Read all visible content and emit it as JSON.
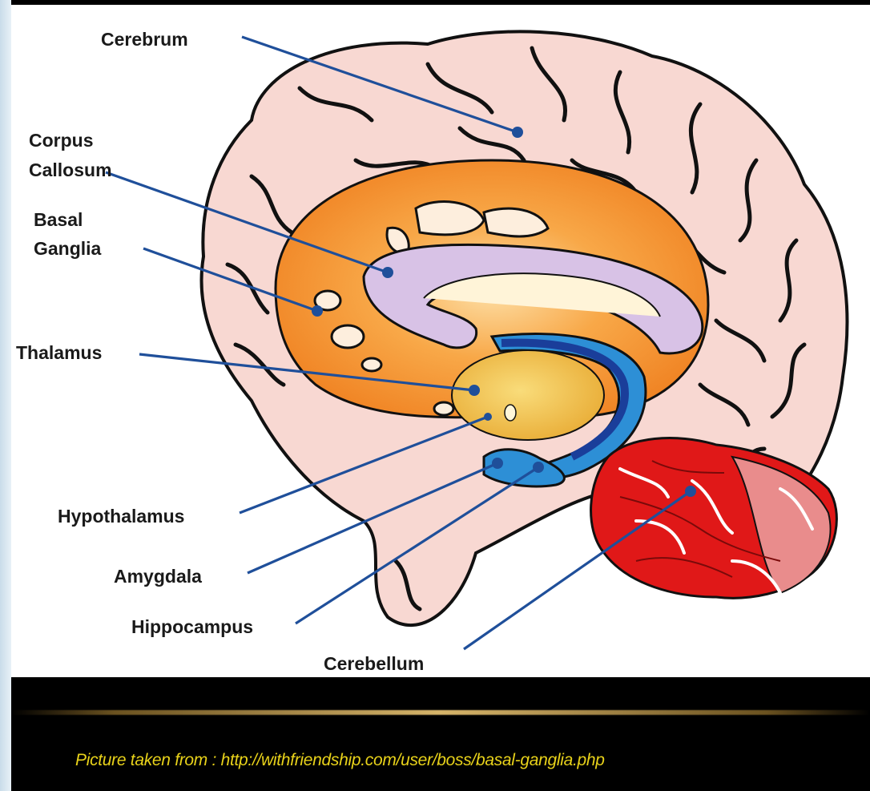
{
  "labels": {
    "cerebrum": "Cerebrum",
    "corpus_callosum_line1": "Corpus",
    "corpus_callosum_line2": "Callosum",
    "basal_ganglia_line1": "Basal",
    "basal_ganglia_line2": "Ganglia",
    "thalamus": "Thalamus",
    "hypothalamus": "Hypothalamus",
    "amygdala": "Amygdala",
    "hippocampus": "Hippocampus",
    "cerebellum": "Cerebellum"
  },
  "footer": {
    "credit": "Picture taken from : http://withfriendship.com/user/boss/basal-ganglia.php"
  },
  "colors": {
    "cerebrum": "#f8d8d2",
    "basal_ganglia": "#f5902c",
    "corpus_callosum": "#d8c2e6",
    "thalamus": "#f2c24e",
    "hippocampus": "#2d8fd6",
    "cerebellum": "#e01818",
    "leader": "#1f4f9a",
    "credit_text": "#e8d21a"
  }
}
